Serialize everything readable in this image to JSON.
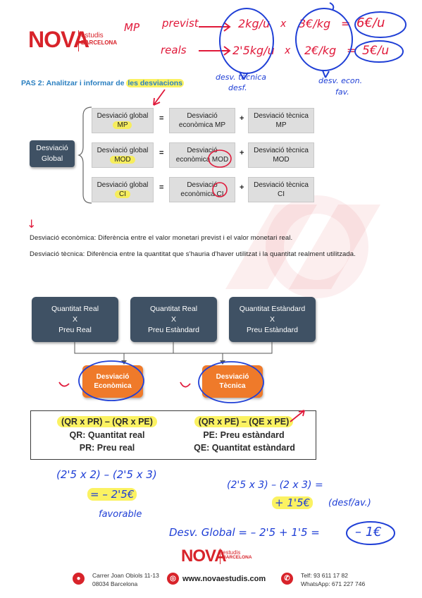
{
  "logo": {
    "main": "NOVA",
    "sub1": "estudis",
    "sub2": "BARCELONA"
  },
  "handwriting_top": {
    "mp": "MP",
    "previst": "previst",
    "reals": "reals",
    "previst_qty": "2kg/u",
    "times1": "x",
    "previst_price": "3€/kg",
    "eq1": "=",
    "previst_total": "6€/u",
    "real_qty": "2'5kg/u",
    "times2": "x",
    "real_price": "2€/kg",
    "eq2": "=",
    "real_total": "5€/u",
    "note_left_1": "desv. tècnica",
    "note_left_2": "desf.",
    "note_right_1": "desv. econ.",
    "note_right_2": "fav."
  },
  "section_title": {
    "prefix": "PAS 2: Analitzar i informar de ",
    "highlight": "les desviacions"
  },
  "diagram": {
    "global_label_1": "Desviació",
    "global_label_2": "Global",
    "rows": [
      {
        "g1": "Desviació global",
        "g2": "MP",
        "e1": "Desviació",
        "e2": "econòmica MP",
        "t1": "Desviació tècnica",
        "t2": "MP"
      },
      {
        "g1": "Desviació global",
        "g2": "MOD",
        "e1": "Desviació",
        "e2": "econòmica MOD",
        "t1": "Desviació tècnica",
        "t2": "MOD"
      },
      {
        "g1": "Desviació global",
        "g2": "CI",
        "e1": "Desviació",
        "e2": "econòmica CI",
        "t1": "Desviació tècnica",
        "t2": "CI"
      }
    ],
    "op_eq": "=",
    "op_plus": "+"
  },
  "definitions": {
    "economica": "Desviació econòmica: Diferència entre el valor monetari previst i el valor monetari real.",
    "tecnica": "Desviació tècnica: Diferència entre la quantitat que s'hauria d'haver utilitzat i la quantitat realment utilitzada."
  },
  "flow": {
    "boxes": [
      {
        "l1": "Quantitat Real",
        "l2": "X",
        "l3": "Preu Real"
      },
      {
        "l1": "Quantitat Real",
        "l2": "X",
        "l3": "Preu Estàndard"
      },
      {
        "l1": "Quantitat Estàndard",
        "l2": "X",
        "l3": "Preu Estàndard"
      }
    ],
    "economica_1": "Desviació",
    "economica_2": "Econòmica",
    "tecnica_1": "Desviació",
    "tecnica_2": "Tècnica"
  },
  "formula": {
    "left_formula": "(QR x PR) – (QR x PE)",
    "left_l2": "QR: Quantitat real",
    "left_l3": "PR: Preu real",
    "right_formula": "(QR x PE) – (QE x PE)",
    "right_l2": "PE: Preu estàndard",
    "right_l3": "QE: Quantitat estàndard"
  },
  "handwriting_bottom": {
    "calc_left_1": "(2'5 x 2) – (2'5 x 3)",
    "calc_left_2": "= – 2'5€",
    "calc_left_3": "favorable",
    "calc_right_1": "(2'5 x 3) – (2 x 3) =",
    "calc_right_2": "+ 1'5€",
    "calc_right_2b": "(desf/av.)",
    "global_line": "Desv. Global  =  – 2'5 + 1'5  =",
    "global_result": "– 1€"
  },
  "footer": {
    "logo_main": "NOVA",
    "logo_sub1": "estudis",
    "logo_sub2": "BARCELONA",
    "address_1": "Carrer Joan Obiols 11-13",
    "address_2": "08034 Barcelona",
    "web": "www.novaestudis.com",
    "phone": "Telf: 93 611 17 82",
    "whatsapp": "WhatsApp: 671 227 746"
  },
  "colors": {
    "brand_red": "#d8232a",
    "pen_blue": "#1f3fd6",
    "pen_red": "#e0193a",
    "slate": "#3f5164",
    "orange": "#ef7a2a",
    "highlight": "#fbf35b"
  }
}
